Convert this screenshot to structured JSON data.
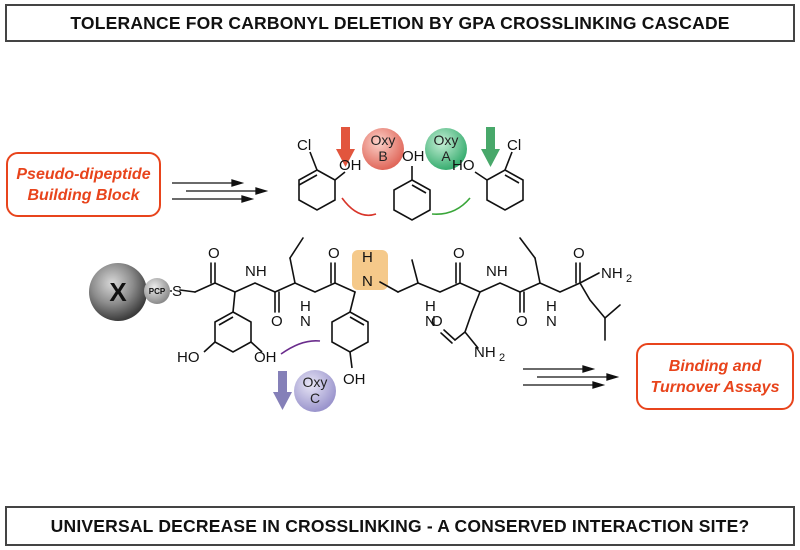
{
  "header": {
    "title": "TOLERANCE FOR CARBONYL DELETION BY GPA CROSSLINKING CASCADE"
  },
  "footer": {
    "question": "UNIVERSAL DECREASE IN CROSSLINKING - A CONSERVED INTERACTION SITE?"
  },
  "callouts": {
    "left": {
      "line1": "Pseudo-dipeptide",
      "line2": "Building Block"
    },
    "right": {
      "line1": "Binding and",
      "line2": "Turnover Assays"
    }
  },
  "enzymes": {
    "oxyB": {
      "line1": "Oxy",
      "line2": "B",
      "color": "#e8705e"
    },
    "oxyA": {
      "line1": "Oxy",
      "line2": "A",
      "color": "#3fb377"
    },
    "oxyC": {
      "line1": "Oxy",
      "line2": "C",
      "color": "#8f88c7"
    }
  },
  "carrier": {
    "domain": "X",
    "pcp": "PCP"
  },
  "atoms": {
    "cl": "Cl",
    "oh": "OH",
    "ho": "HO",
    "nh": "NH",
    "h": "H",
    "n": "N",
    "o": "O",
    "s": "S",
    "nh2": "NH",
    "sub2": "2"
  },
  "colors": {
    "accent": "#e8441c",
    "crosslink_b": "#d8352a",
    "crosslink_a": "#3aa63a",
    "crosslink_c": "#6a2c8c",
    "highlight": "#f5c98a"
  }
}
